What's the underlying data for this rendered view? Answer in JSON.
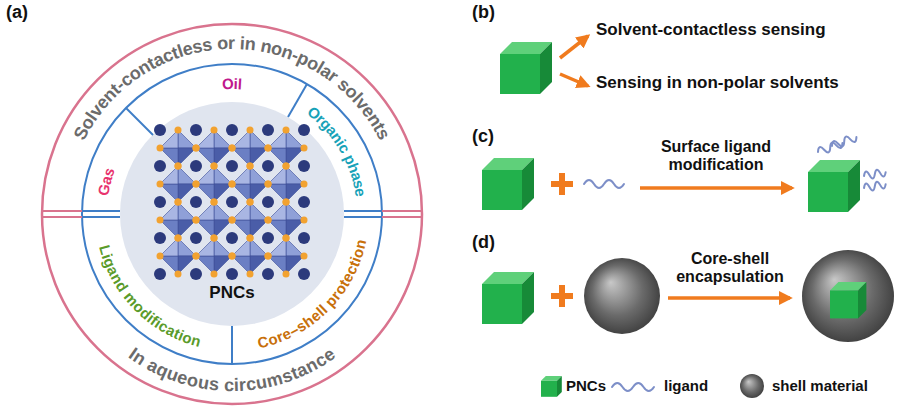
{
  "diagram": {
    "labels": [
      "(a)",
      "Solvent-contactless or in non-polar solvents",
      "Gas",
      "Oil",
      "Organic phase",
      "PNCs",
      "Ligand modification",
      "Core–shell protection",
      "In aqueous circumstance",
      "(b)",
      "Solvent-contactless sensing",
      "Sensing in non-polar solvents",
      "(c)",
      "Surface ligand modification",
      "(d)",
      "Core-shell encapsulation"
    ],
    "legend": [
      {
        "text": "PNCs"
      },
      {
        "text": "ligand"
      },
      {
        "text": "shell material"
      }
    ]
  }
}
